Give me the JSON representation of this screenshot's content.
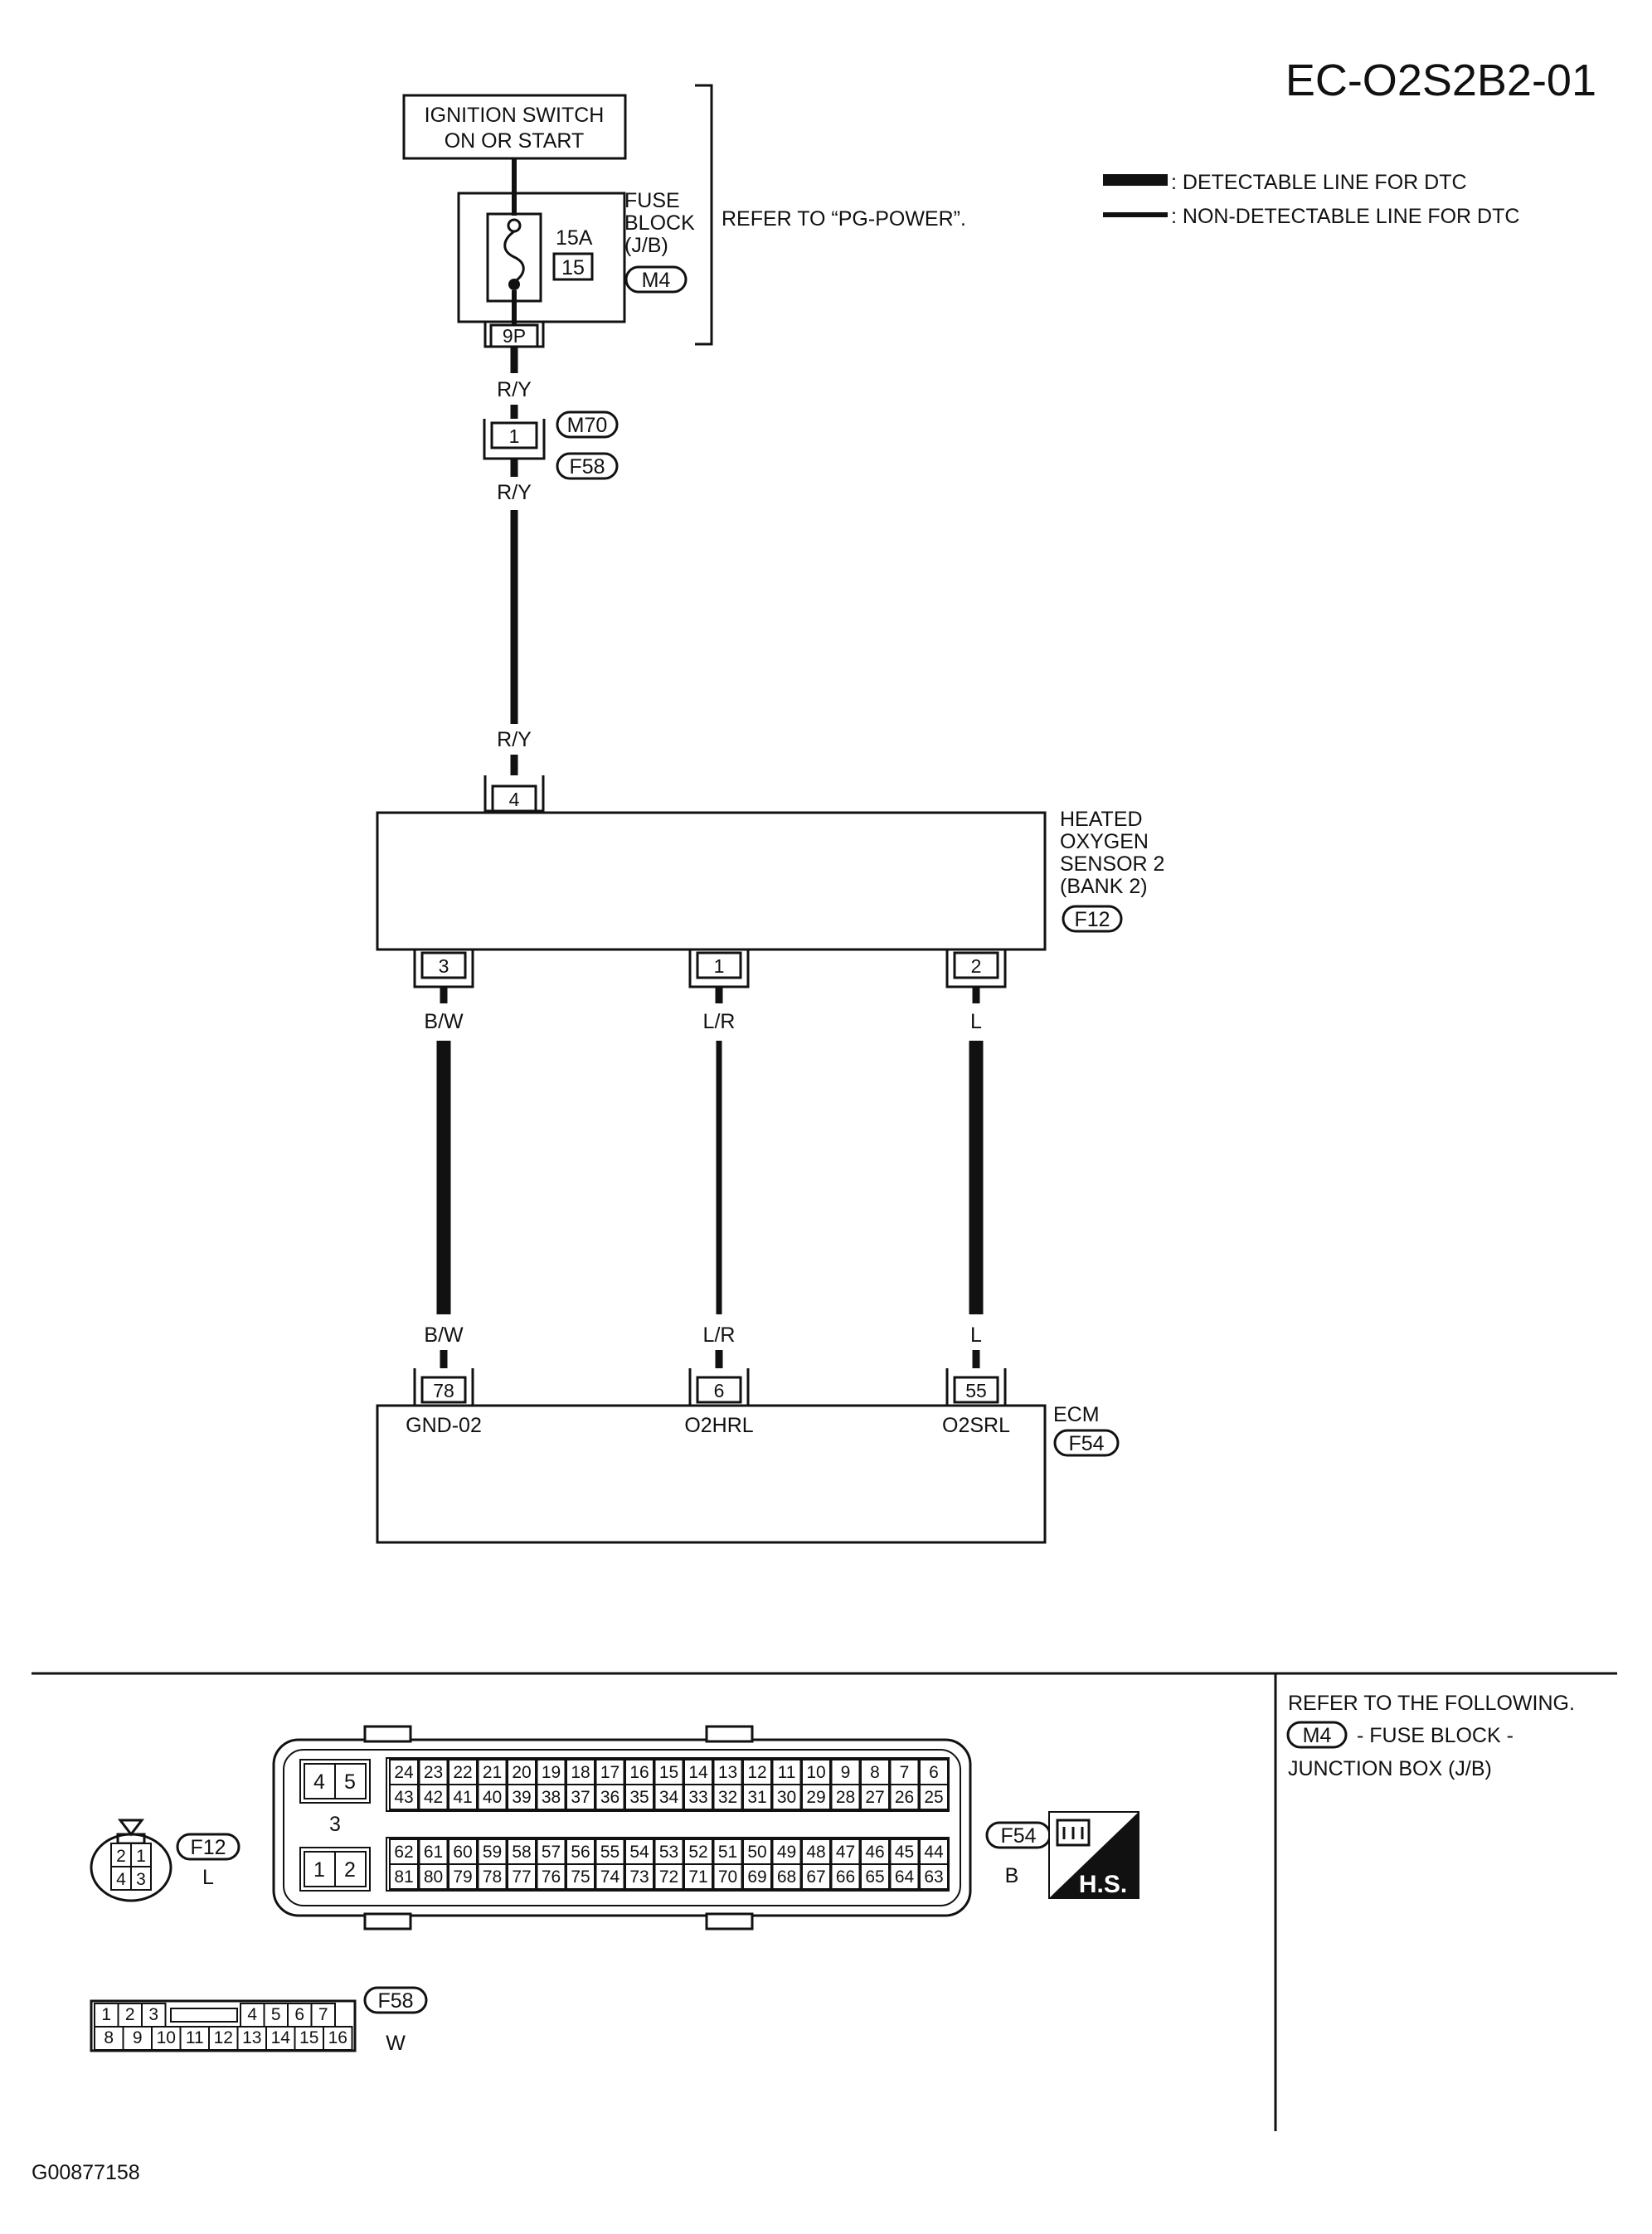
{
  "diagram_id": "EC-O2S2B2-01",
  "legend": {
    "detectable": ": DETECTABLE LINE FOR DTC",
    "non_detectable": ": NON-DETECTABLE LINE FOR DTC"
  },
  "ignition": {
    "line1": "IGNITION SWITCH",
    "line2": "ON OR START"
  },
  "fuse_block": {
    "line1": "FUSE",
    "line2": "BLOCK",
    "line3": "(J/B)",
    "amps": "15A",
    "number": "15",
    "connector": "M4",
    "pin": "9P",
    "refer": "REFER TO “PG-POWER”."
  },
  "joint": {
    "pin": "1",
    "upper": "M70",
    "lower": "F58"
  },
  "wires": {
    "ry1": "R/Y",
    "ry2": "R/Y",
    "ry3": "R/Y",
    "bw_top": "B/W",
    "lr_top": "L/R",
    "l_top": "L",
    "bw_bot": "B/W",
    "lr_bot": "L/R",
    "l_bot": "L"
  },
  "sensor": {
    "line1": "HEATED",
    "line2": "OXYGEN",
    "line3": "SENSOR 2",
    "line4": "(BANK 2)",
    "connector": "F12",
    "pin_top": "4",
    "pin_a": "3",
    "pin_b": "1",
    "pin_c": "2"
  },
  "ecm": {
    "name": "ECM",
    "connector": "F54",
    "pin_a": "78",
    "pin_b": "6",
    "pin_c": "55",
    "sig_a": "GND-02",
    "sig_b": "O2HRL",
    "sig_c": "O2SRL"
  },
  "refer_panel": {
    "line1": "REFER TO THE FOLLOWING.",
    "connector": "M4",
    "line2": "- FUSE BLOCK -",
    "line3": "JUNCTION BOX (J/B)"
  },
  "f12_face": {
    "tag": "F12",
    "color": "L",
    "pins": [
      "2",
      "1",
      "4",
      "3"
    ]
  },
  "f54_face": {
    "tag": "F54",
    "color": "B",
    "hs": "H.S.",
    "big_pins": [
      "4",
      "5",
      "3",
      "1",
      "2"
    ],
    "row1": [
      "24",
      "23",
      "22",
      "21",
      "20",
      "19",
      "18",
      "17",
      "16",
      "15",
      "14",
      "13",
      "12",
      "11",
      "10",
      "9",
      "8",
      "7",
      "6"
    ],
    "row2": [
      "43",
      "42",
      "41",
      "40",
      "39",
      "38",
      "37",
      "36",
      "35",
      "34",
      "33",
      "32",
      "31",
      "30",
      "29",
      "28",
      "27",
      "26",
      "25"
    ],
    "row3": [
      "62",
      "61",
      "60",
      "59",
      "58",
      "57",
      "56",
      "55",
      "54",
      "53",
      "52",
      "51",
      "50",
      "49",
      "48",
      "47",
      "46",
      "45",
      "44"
    ],
    "row4": [
      "81",
      "80",
      "79",
      "78",
      "77",
      "76",
      "75",
      "74",
      "73",
      "72",
      "71",
      "70",
      "69",
      "68",
      "67",
      "66",
      "65",
      "64",
      "63"
    ]
  },
  "f58_face": {
    "tag": "F58",
    "color": "W",
    "top_a": [
      "1",
      "2",
      "3"
    ],
    "top_b": [
      "4",
      "5",
      "6",
      "7"
    ],
    "bottom": [
      "8",
      "9",
      "10",
      "11",
      "12",
      "13",
      "14",
      "15",
      "16"
    ]
  },
  "footer_id": "G00877158"
}
